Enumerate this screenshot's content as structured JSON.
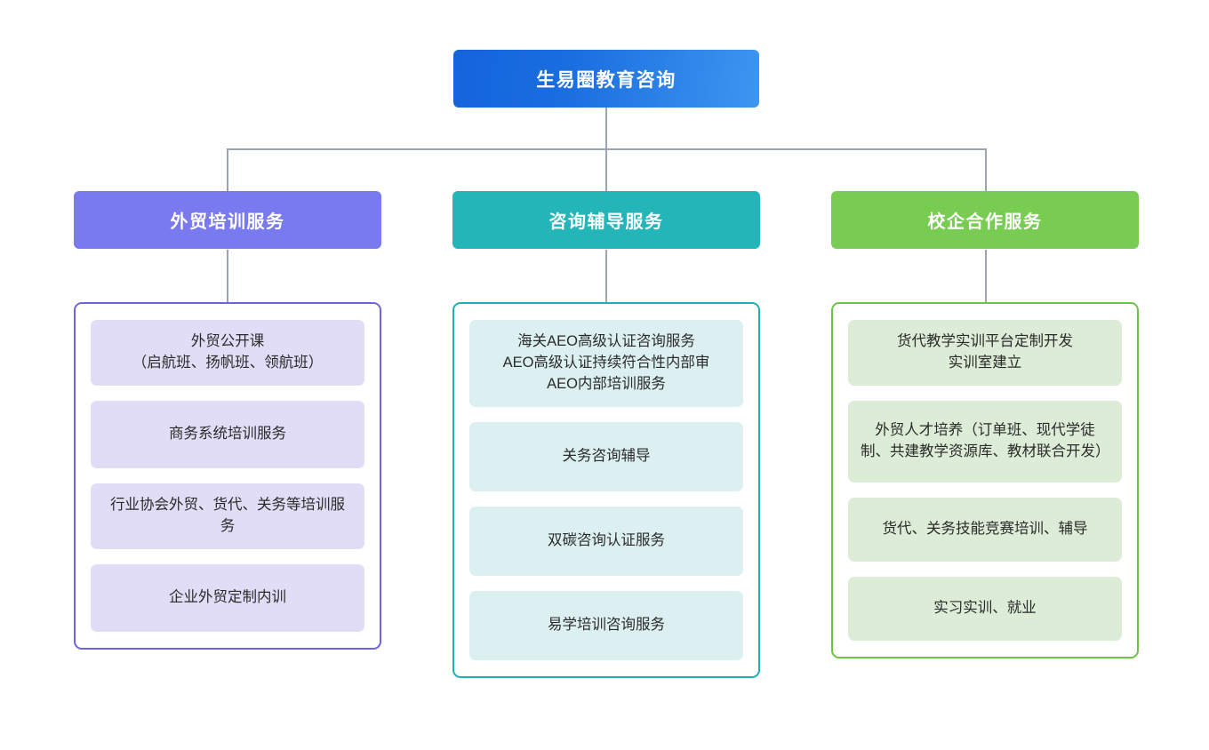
{
  "root": {
    "label": "生易圈教育咨询",
    "color": "#1a6ee0",
    "gradient_from": "#1464dc",
    "gradient_to": "#3f96f0"
  },
  "columns": [
    {
      "header": "外贸培训服务",
      "accent": "#7a7af0",
      "border": "#6c63e8",
      "item_fill": "#e2ddf6",
      "items": [
        "外贸公开课\n（启航班、扬帆班、领航班）",
        "商务系统培训服务",
        "行业协会外贸、货代、关务等培训服务",
        "企业外贸定制内训"
      ]
    },
    {
      "header": "咨询辅导服务",
      "accent": "#23b5b8",
      "border": "#1fb0b4",
      "item_fill": "#dcf0f2",
      "items": [
        "海关AEO高级认证咨询服务\nAEO高级认证持续符合性内部审\nAEO内部培训服务",
        "关务咨询辅导",
        "双碳咨询认证服务",
        "易学培训咨询服务"
      ]
    },
    {
      "header": "校企合作服务",
      "accent": "#79cc52",
      "border": "#6cc445",
      "item_fill": "#dcecd7",
      "items": [
        "货代教学实训平台定制开发\n实训室建立",
        "外贸人才培养（订单班、现代学徒制、共建教学资源库、教材联合开发）",
        "货代、关务技能竞赛培训、辅导",
        "实习实训、就业"
      ]
    }
  ],
  "connector": {
    "color": "#9aa5b1"
  }
}
